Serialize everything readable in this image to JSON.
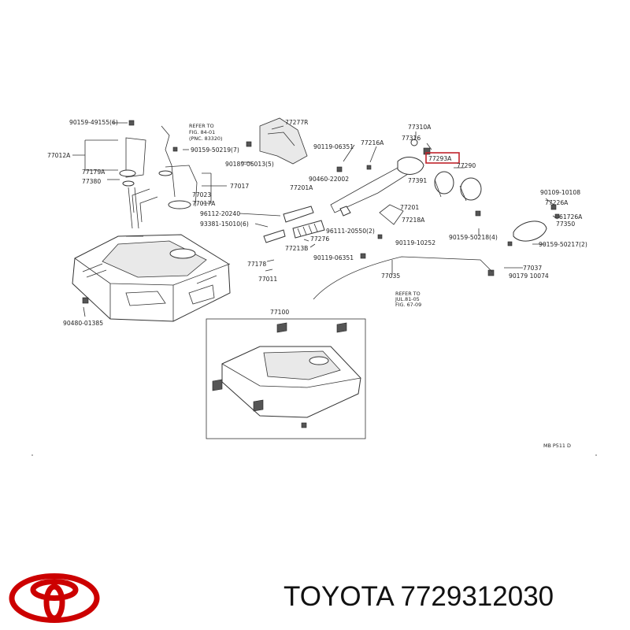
{
  "labels": {
    "p90159_49155": "90159-49155(6)",
    "refer_to": "REFER TO",
    "fig_84_01": "FIG. 84-01",
    "pnc_83320": "(PNC. 83320)",
    "p90159_50219": "90159-50219(7)",
    "p77012a": "77012A",
    "p77179a": "77179A",
    "p77380": "77380",
    "p77277r": "77277R",
    "p90189_06013": "90189-06013(5)",
    "p77017": "77017",
    "p77023": "77023",
    "p77017a": "77017A",
    "p90119_06351_a": "90119-06351",
    "p77216a": "77216A",
    "p77310a": "77310A",
    "p77316": "77316",
    "p77293a": "77293A",
    "p77290": "77290",
    "p90460_22002": "90460-22002",
    "p77201a": "77201A",
    "p96112_20240": "96112-20240",
    "p93381_15010": "93381-15010(6)",
    "p77201": "77201",
    "p77391": "77391",
    "p96111_20550": "96111-20550(2)",
    "p77218a": "77218A",
    "p77276": "77276",
    "p77213b": "77213B",
    "p90119_10252": "90119-10252",
    "p77178": "77178",
    "p90119_06351_b": "90119-06351",
    "p77011": "77011",
    "p77035": "77035",
    "p90159_50218": "90159-50218(4)",
    "p90109_10108": "90109-10108",
    "p77226a": "77226A",
    "p61726a": "61726A",
    "p77350": "77350",
    "p90159_50217": "90159-50217(2)",
    "p77037": "77037",
    "p90179_10074": "90179 10074",
    "refer_to_2": "REFER TO",
    "ref_line_2": "JUL.81-05",
    "ref_line_3": "FIG. 67-09",
    "p77100": "77100",
    "p90480_01385": "90480-01385",
    "code": "MB P511 D"
  },
  "highlighted_part": "77293A",
  "brand": {
    "name": "TOYOTA",
    "part_number": "7729312030",
    "logo_color": "#cc0000",
    "highlight_color": "#c0232b"
  }
}
